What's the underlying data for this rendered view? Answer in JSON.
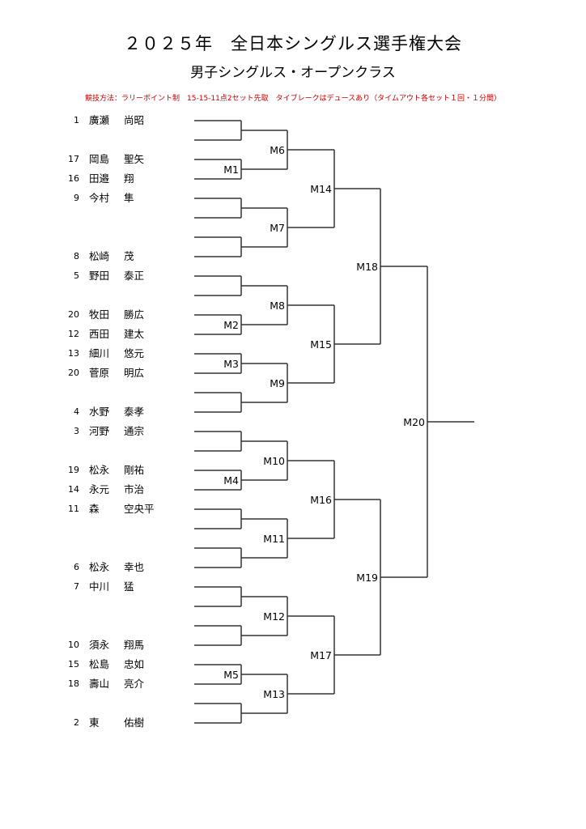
{
  "header": {
    "title": "２０２５年　全日本シングルス選手権大会",
    "subtitle": "男子シングルス・オープンクラス",
    "rules": "競技方法：ラリーポイント制　15-15-11点2セット先取　タイブレークはデュースあり（タイムアウト各セット１回・１分間）"
  },
  "colors": {
    "rules": "#c00000",
    "lines": "#333333"
  },
  "players": [
    {
      "slot": 0,
      "seed": "1",
      "family": "廣瀬",
      "given": "尚昭"
    },
    {
      "slot": 2,
      "seed": "17",
      "family": "岡島",
      "given": "聖矢"
    },
    {
      "slot": 3,
      "seed": "16",
      "family": "田邉",
      "given": "翔"
    },
    {
      "slot": 4,
      "seed": "9",
      "family": "今村",
      "given": "隼"
    },
    {
      "slot": 7,
      "seed": "8",
      "family": "松崎",
      "given": "茂"
    },
    {
      "slot": 8,
      "seed": "5",
      "family": "野田",
      "given": "泰正"
    },
    {
      "slot": 10,
      "seed": "20",
      "family": "牧田",
      "given": "勝広"
    },
    {
      "slot": 11,
      "seed": "12",
      "family": "西田",
      "given": "建太"
    },
    {
      "slot": 12,
      "seed": "13",
      "family": "細川",
      "given": "悠元"
    },
    {
      "slot": 13,
      "seed": "20",
      "family": "菅原",
      "given": "明広"
    },
    {
      "slot": 15,
      "seed": "4",
      "family": "水野",
      "given": "泰孝"
    },
    {
      "slot": 16,
      "seed": "3",
      "family": "河野",
      "given": "通宗"
    },
    {
      "slot": 18,
      "seed": "19",
      "family": "松永",
      "given": "剛祐"
    },
    {
      "slot": 19,
      "seed": "14",
      "family": "永元",
      "given": "市治"
    },
    {
      "slot": 20,
      "seed": "11",
      "family": "森",
      "given": "空央平"
    },
    {
      "slot": 23,
      "seed": "6",
      "family": "松永",
      "given": "幸也"
    },
    {
      "slot": 24,
      "seed": "7",
      "family": "中川",
      "given": "猛"
    },
    {
      "slot": 27,
      "seed": "10",
      "family": "須永",
      "given": "翔馬"
    },
    {
      "slot": 28,
      "seed": "15",
      "family": "松島",
      "given": "忠如"
    },
    {
      "slot": 29,
      "seed": "18",
      "family": "壽山",
      "given": "亮介"
    },
    {
      "slot": 31,
      "seed": "2",
      "family": "東",
      "given": "佑樹"
    }
  ],
  "bracket": {
    "round1_labels": {
      "1": "M1",
      "5": "M2",
      "6": "M3",
      "9": "M4",
      "14": "M5"
    },
    "round2_labels": [
      "M6",
      "M7",
      "M8",
      "M9",
      "M10",
      "M11",
      "M12",
      "M13"
    ],
    "round3_labels": [
      "M14",
      "M15",
      "M16",
      "M17"
    ],
    "round4_labels": [
      "M18",
      "M19"
    ],
    "final_label": "M20"
  }
}
